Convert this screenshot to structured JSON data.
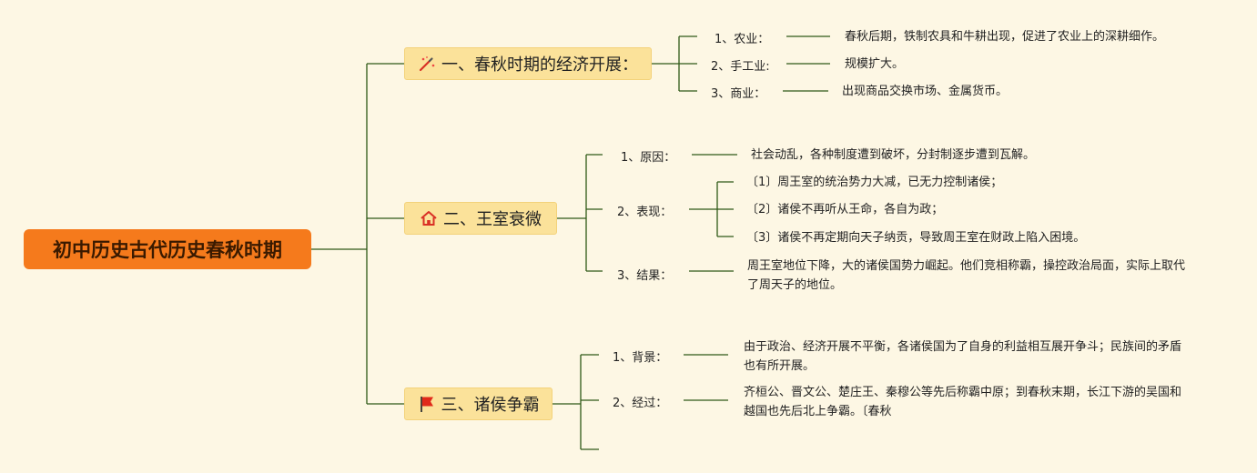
{
  "root": {
    "title": "初中历史古代历史春秋时期"
  },
  "branches": [
    {
      "label": "一、春秋时期的经济开展：",
      "icon": "pencil-sparkle-icon",
      "items": [
        {
          "label": "1、农业：",
          "text": "春秋后期，铁制农具和牛耕出现，促进了农业上的深耕细作。"
        },
        {
          "label": "2、手工业:",
          "text": "规模扩大。"
        },
        {
          "label": "3、商业：",
          "text": "出现商品交换市场、金属货币。"
        }
      ]
    },
    {
      "label": "二、王室衰微",
      "icon": "home-icon",
      "items": [
        {
          "label": "1、原因：",
          "text": "社会动乱，各种制度遭到破坏，分封制逐步遭到瓦解。"
        },
        {
          "label": "2、表现：",
          "subitems": [
            "〔1〕周王室的统治势力大减，已无力控制诸侯；",
            "〔2〕诸侯不再听从王命，各自为政；",
            "〔3〕诸侯不再定期向天子纳贡，导致周王室在财政上陷入困境。"
          ]
        },
        {
          "label": "3、结果：",
          "text": "周王室地位下降，大的诸侯国势力崛起。他们竞相称霸，操控政治局面，实际上取代了周天子的地位。"
        }
      ]
    },
    {
      "label": "三、诸侯争霸",
      "icon": "red-flag-icon",
      "items": [
        {
          "label": "1、背景：",
          "text": "由于政治、经济开展不平衡，各诸侯国为了自身的利益相互展开争斗；民族间的矛盾也有所开展。"
        },
        {
          "label": "2、经过：",
          "text": "齐桓公、晋文公、楚庄王、秦穆公等先后称霸中原；到春秋末期，长江下游的吴国和越国也先后北上争霸。〔春秋"
        }
      ]
    }
  ],
  "colors": {
    "connector": "#2f5a17",
    "root": "#f57a1c",
    "branch": "#fbe29a",
    "background": "#fdf7e4"
  }
}
